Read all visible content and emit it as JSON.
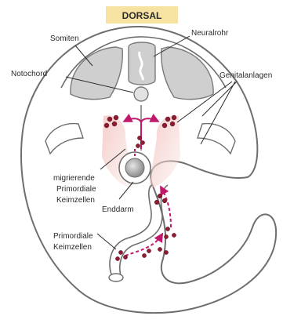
{
  "header": {
    "title": "DORSAL",
    "badge_color": "#f6e3a1"
  },
  "labels": {
    "somiten": "Somiten",
    "neuralrohr": "Neuralrohr",
    "notochord": "Notochord",
    "genitalanlagen": "Genitalanlagen",
    "migrierende_line1": "migrierende",
    "migrierende_line2": "Primordiale",
    "migrierende_line3": "Keimzellen",
    "enddarm": "Enddarm",
    "primordiale_line1": "Primordiale",
    "primordiale_line2": "Keimzellen"
  },
  "colors": {
    "outline": "#6e6e6e",
    "tissue_gray": "#cfcfcf",
    "germ_cell": "#8b1d32",
    "arrow": "#c2186b",
    "ridge_pink": "#e9a9a9"
  }
}
